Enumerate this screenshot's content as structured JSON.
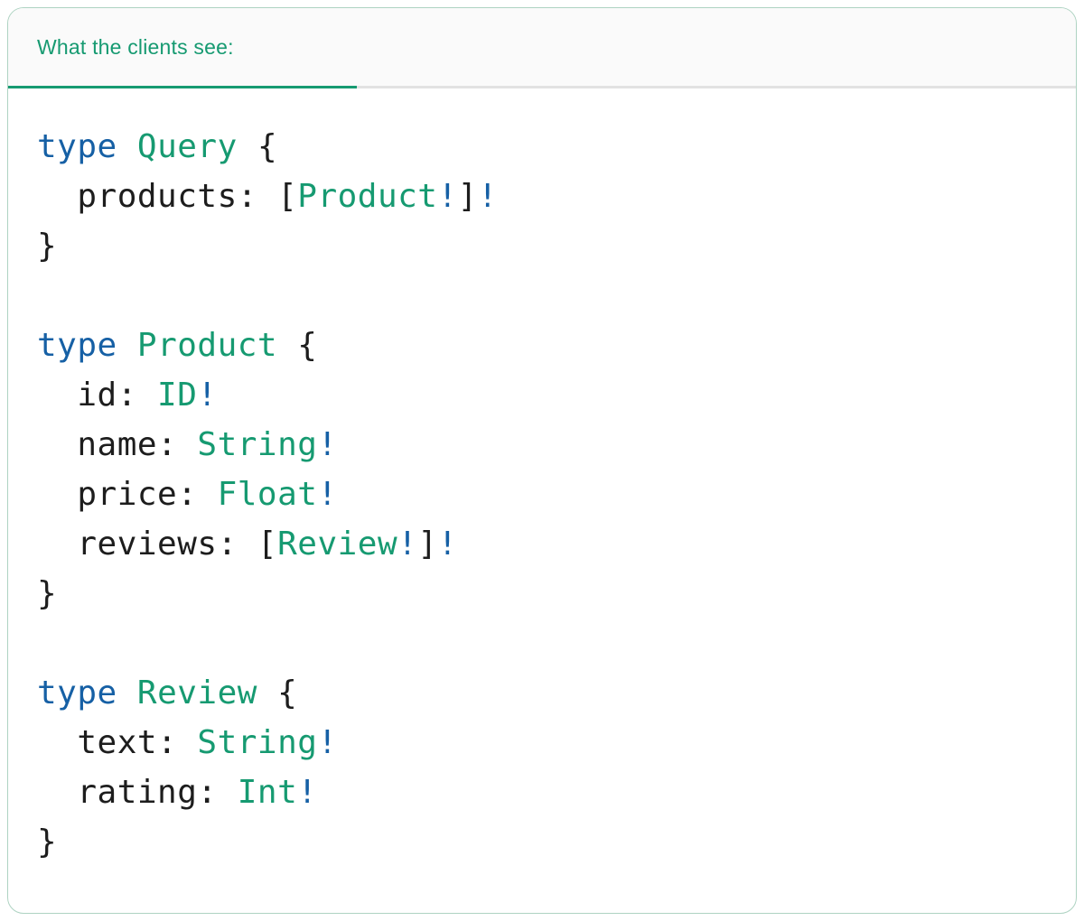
{
  "header": {
    "tab_label": "What the clients see:"
  },
  "colors": {
    "accent_green": "#169a71",
    "keyword_blue": "#1660a5",
    "code_text": "#1d1d1d",
    "tab_bar_bg": "#fafafa",
    "divider_gray": "#e2e2e2",
    "card_border": "#aed3c2",
    "card_bg": "#ffffff"
  },
  "code": {
    "lines": [
      {
        "tokens": [
          {
            "c": "kw",
            "t": "type"
          },
          {
            "c": "plain",
            "t": " "
          },
          {
            "c": "type",
            "t": "Query"
          },
          {
            "c": "plain",
            "t": " {"
          }
        ]
      },
      {
        "tokens": [
          {
            "c": "plain",
            "t": "  products: ["
          },
          {
            "c": "type",
            "t": "Product"
          },
          {
            "c": "bang",
            "t": "!"
          },
          {
            "c": "plain",
            "t": "]"
          },
          {
            "c": "bang",
            "t": "!"
          }
        ]
      },
      {
        "tokens": [
          {
            "c": "plain",
            "t": "}"
          }
        ]
      },
      {
        "tokens": []
      },
      {
        "tokens": [
          {
            "c": "kw",
            "t": "type"
          },
          {
            "c": "plain",
            "t": " "
          },
          {
            "c": "type",
            "t": "Product"
          },
          {
            "c": "plain",
            "t": " {"
          }
        ]
      },
      {
        "tokens": [
          {
            "c": "plain",
            "t": "  id: "
          },
          {
            "c": "type",
            "t": "ID"
          },
          {
            "c": "bang",
            "t": "!"
          }
        ]
      },
      {
        "tokens": [
          {
            "c": "plain",
            "t": "  name: "
          },
          {
            "c": "type",
            "t": "String"
          },
          {
            "c": "bang",
            "t": "!"
          }
        ]
      },
      {
        "tokens": [
          {
            "c": "plain",
            "t": "  price: "
          },
          {
            "c": "type",
            "t": "Float"
          },
          {
            "c": "bang",
            "t": "!"
          }
        ]
      },
      {
        "tokens": [
          {
            "c": "plain",
            "t": "  reviews: ["
          },
          {
            "c": "type",
            "t": "Review"
          },
          {
            "c": "bang",
            "t": "!"
          },
          {
            "c": "plain",
            "t": "]"
          },
          {
            "c": "bang",
            "t": "!"
          }
        ]
      },
      {
        "tokens": [
          {
            "c": "plain",
            "t": "}"
          }
        ]
      },
      {
        "tokens": []
      },
      {
        "tokens": [
          {
            "c": "kw",
            "t": "type"
          },
          {
            "c": "plain",
            "t": " "
          },
          {
            "c": "type",
            "t": "Review"
          },
          {
            "c": "plain",
            "t": " {"
          }
        ]
      },
      {
        "tokens": [
          {
            "c": "plain",
            "t": "  text: "
          },
          {
            "c": "type",
            "t": "String"
          },
          {
            "c": "bang",
            "t": "!"
          }
        ]
      },
      {
        "tokens": [
          {
            "c": "plain",
            "t": "  rating: "
          },
          {
            "c": "type",
            "t": "Int"
          },
          {
            "c": "bang",
            "t": "!"
          }
        ]
      },
      {
        "tokens": [
          {
            "c": "plain",
            "t": "}"
          }
        ]
      }
    ]
  }
}
